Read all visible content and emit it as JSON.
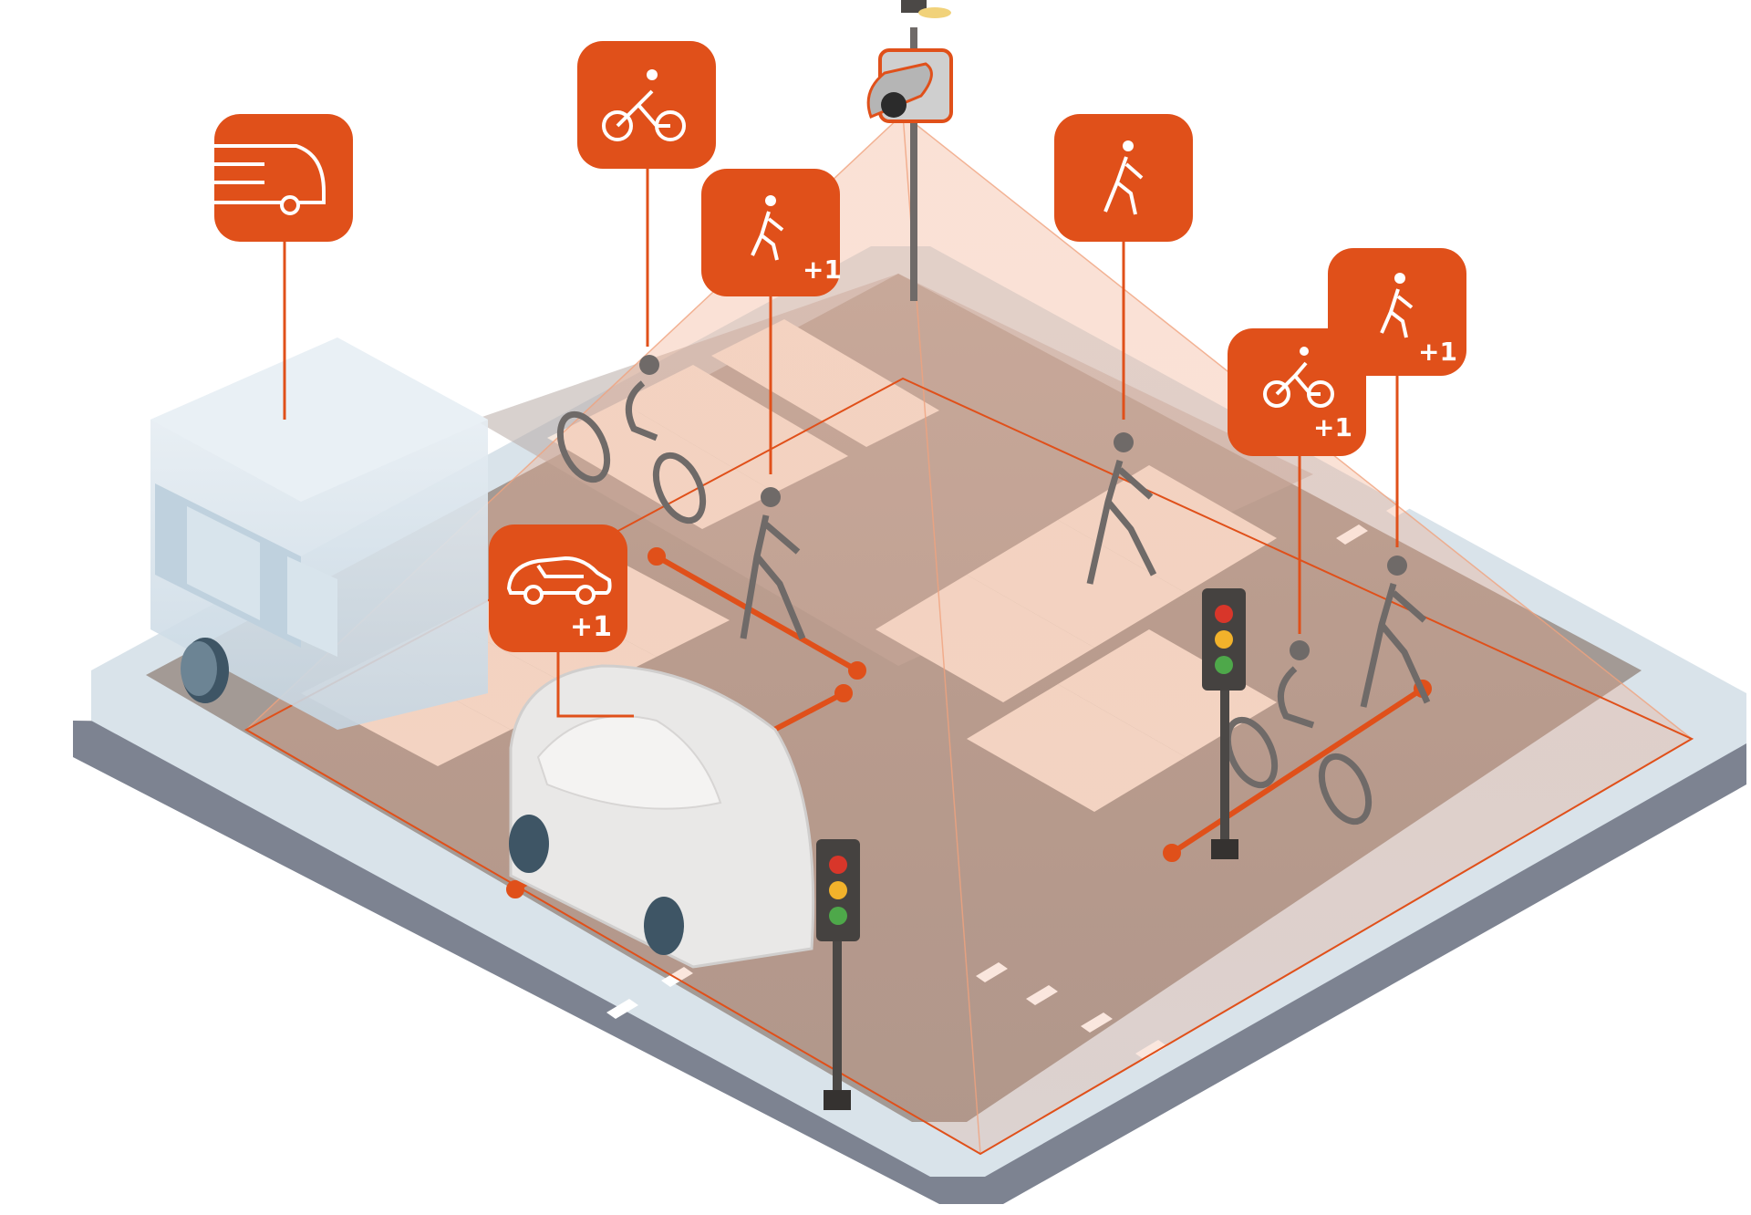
{
  "colors": {
    "accent": "#e0501a",
    "road": "#a39a95",
    "sidewalk": "#d9e3ea",
    "base_edge": "#7d8391",
    "crosswalk": "#f5e8de",
    "figure": "#6f6a68",
    "vehicle": "#e9e8e7",
    "bus": "#cfdde7"
  },
  "camera": {
    "icon": "camera-icon"
  },
  "tags": [
    {
      "id": "bus",
      "icon": "bus-icon",
      "badge": ""
    },
    {
      "id": "bicycle-left",
      "icon": "bicycle-icon",
      "badge": ""
    },
    {
      "id": "pedestrian-left",
      "icon": "pedestrian-icon",
      "badge": "+1"
    },
    {
      "id": "pedestrian-right",
      "icon": "pedestrian-icon",
      "badge": ""
    },
    {
      "id": "pedestrian-far-right",
      "icon": "pedestrian-icon",
      "badge": "+1"
    },
    {
      "id": "bicycle-right",
      "icon": "bicycle-icon",
      "badge": "+1"
    },
    {
      "id": "car",
      "icon": "car-icon",
      "badge": "+1"
    }
  ],
  "traffic_lights": [
    {
      "id": "front",
      "lamps": [
        "#d8362a",
        "#f2b22b",
        "#4ea84a"
      ]
    },
    {
      "id": "right",
      "lamps": [
        "#d8362a",
        "#f2b22b",
        "#4ea84a"
      ]
    }
  ]
}
